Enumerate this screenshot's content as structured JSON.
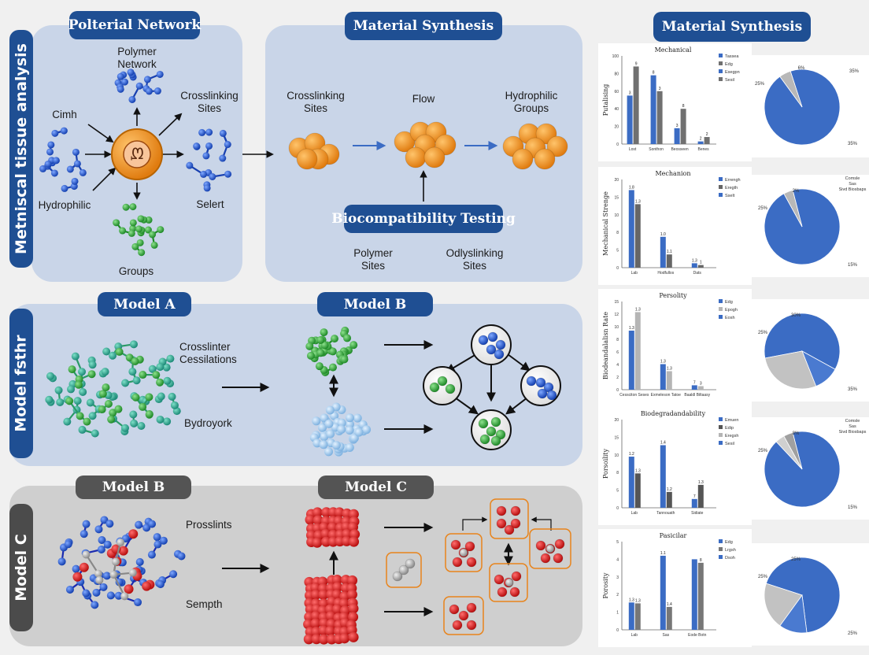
{
  "panel1": {
    "side_title": "Metniscal tissue analysis",
    "pill_left": "Polterial Network",
    "pill_right": "Material Synthesis",
    "pill_bottom": "Biocompatibility Testing",
    "labels": {
      "polymer_network": "Polymer\nNetwork",
      "crosslinking_sites": "Crosslinking\nSites",
      "cimh": "Cimh",
      "hydrophilic": "Hydrophilic",
      "selert": "Selert",
      "groups": "Groups",
      "center_glyph": "ᘻ",
      "crosslinking_sites_2": "Crosslinking\nSites",
      "flow": "Flow",
      "hydrophilic_groups": "Hydrophilic\nGroups",
      "polymer_sites": "Polymer\nSites",
      "odlyslinking_sites": "Odlyslinking\nSites"
    }
  },
  "panel2": {
    "side_title": "Model fsthr",
    "pill_left": "Model A",
    "pill_right": "Model B",
    "labels": {
      "crosslinter": "Crosslinter\nCessilations",
      "bydroyork": "Bydroyork"
    }
  },
  "panel3": {
    "side_title": "Model C",
    "pill_left": "Model B",
    "pill_right": "Model C",
    "labels": {
      "prosslints": "Prosslints",
      "sempth": "Sempth"
    }
  },
  "right_header": "Material Synthesis",
  "charts": [
    {
      "title": "Mechanical",
      "ylabel": "Putalising",
      "yticks": [
        "100",
        "80",
        "60",
        "40",
        "20",
        "0"
      ],
      "categories": [
        "Lost",
        "Sonthon",
        "Beosseen",
        "Benes"
      ],
      "series": [
        "Tassea",
        "Edg",
        "Esegpn",
        "Sesil"
      ],
      "values": [
        [
          55,
          88
        ],
        [
          78,
          60
        ],
        [
          18,
          40
        ],
        [
          3,
          8
        ]
      ],
      "value_labels": [
        [
          "3",
          "9"
        ],
        [
          "8",
          "3"
        ],
        [
          "3",
          "8"
        ],
        [
          "2",
          "2"
        ]
      ],
      "ymax": 100,
      "colors": [
        "#3b6cc4",
        "#707070"
      ]
    },
    {
      "title": "Mechanion",
      "ylabel": "Mechanical Strenge",
      "yticks": [
        "20",
        "15",
        "10",
        "8",
        "5",
        "0"
      ],
      "categories": [
        "Lab",
        "Hodfullos",
        "Dats"
      ],
      "series": [
        "Errengh",
        "Eregth",
        "Sselt"
      ],
      "values": [
        [
          88,
          72
        ],
        [
          35,
          15
        ],
        [
          5,
          3
        ]
      ],
      "value_labels": [
        [
          "1.8",
          "1.3"
        ],
        [
          "1.0",
          "1.1"
        ],
        [
          "1.3",
          "1"
        ]
      ],
      "ymax": 100,
      "colors": [
        "#3b6cc4",
        "#666666"
      ]
    },
    {
      "title": "Persolity",
      "ylabel": "Biodeandalalisn Rate",
      "yticks": [
        "15",
        "12",
        "10",
        "8",
        "6",
        "4",
        "2",
        "0"
      ],
      "categories": [
        "Cessciton Seses",
        "Exmeleson Tatoe",
        "Baaldl Biltaasy"
      ],
      "series": [
        "Edg",
        "Epogh",
        "Eosh"
      ],
      "values": [
        [
          67,
          88
        ],
        [
          29,
          21
        ],
        [
          5,
          4
        ]
      ],
      "value_labels": [
        [
          "1.3",
          "1.3"
        ],
        [
          "1.3",
          "1.3"
        ],
        [
          "7",
          "3"
        ]
      ],
      "ymax": 100,
      "colors": [
        "#3b6cc4",
        "#b5b5b5"
      ]
    },
    {
      "title": "Biodegradandability",
      "ylabel": "Porsoility",
      "yticks": [
        "20",
        "15",
        "10",
        "8",
        "5",
        "0"
      ],
      "categories": [
        "Lab",
        "Tannouath",
        "Sidiate"
      ],
      "series": [
        "Emuen",
        "Edip",
        "Eregsh",
        "Sesil"
      ],
      "values": [
        [
          58,
          39
        ],
        [
          71,
          18
        ],
        [
          10,
          26
        ]
      ],
      "value_labels": [
        [
          "1.2",
          "1.3"
        ],
        [
          "1.4",
          "1.2"
        ],
        [
          "7",
          "1.3"
        ]
      ],
      "ymax": 100,
      "colors": [
        "#3b6cc4",
        "#555555",
        "#b5b5b5"
      ]
    },
    {
      "title": "Pasicilar",
      "ylabel": "Porosity",
      "yticks": [
        "5",
        "4",
        "3",
        "2",
        "1",
        "0"
      ],
      "categories": [
        "Lab",
        "Sas",
        "Eode Botn"
      ],
      "series": [
        "Edg",
        "Lrgsh",
        "Dsoh"
      ],
      "values": [
        [
          31,
          30
        ],
        [
          84,
          26
        ],
        [
          80,
          76
        ]
      ],
      "value_labels": [
        [
          "1.3",
          "1.3"
        ],
        [
          "1.1",
          "1.4"
        ],
        [
          "",
          "8"
        ]
      ],
      "ymax": 100,
      "colors": [
        "#3b6cc4",
        "#777777"
      ]
    }
  ],
  "pies": [
    {
      "labels": [
        "6%",
        "35%",
        "35%",
        "25%"
      ],
      "extra": "",
      "slices": [
        {
          "value": 95,
          "color": "#3b6cc4"
        },
        {
          "value": 5,
          "color": "#b8b8b8"
        }
      ]
    },
    {
      "labels": [
        "2%",
        "15%",
        "25%"
      ],
      "extra": "Comsle\nSas\nSivd Biosbaps",
      "slices": [
        {
          "value": 96,
          "color": "#3b6cc4"
        },
        {
          "value": 4,
          "color": "#b8b8b8"
        }
      ]
    },
    {
      "labels": [
        "30%",
        "35%",
        "25%"
      ],
      "extra": "",
      "slices": [
        {
          "value": 61,
          "color": "#3b6cc4"
        },
        {
          "value": 11,
          "color": "#4a7ad0"
        },
        {
          "value": 28,
          "color": "#c2c2c2"
        }
      ]
    },
    {
      "labels": [
        "8%",
        "15%",
        "25%"
      ],
      "extra": "Comsle\nSas\nSivd Biosbaps",
      "slices": [
        {
          "value": 92,
          "color": "#3b6cc4"
        },
        {
          "value": 4,
          "color": "#d0d0d0"
        },
        {
          "value": 4,
          "color": "#a0a0a0"
        }
      ]
    },
    {
      "labels": [
        "25%",
        "25%",
        "25%"
      ],
      "extra": "",
      "slices": [
        {
          "value": 68,
          "color": "#3b6cc4"
        },
        {
          "value": 12,
          "color": "#4a7ad0"
        },
        {
          "value": 20,
          "color": "#c2c2c2"
        }
      ]
    }
  ],
  "colors": {
    "accent": "#1f4f93",
    "panel_blue": "#c9d5e8",
    "panel_grey": "#cfcfcf",
    "orange": "#f29a2e",
    "red": "#d42020",
    "green": "#3aa53a"
  }
}
